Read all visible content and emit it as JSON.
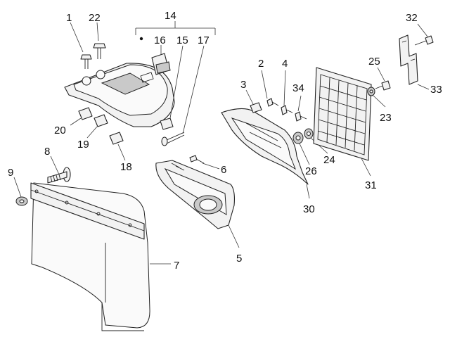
{
  "callouts": [
    {
      "id": "c1",
      "label": "1"
    },
    {
      "id": "c2",
      "label": "2"
    },
    {
      "id": "c3",
      "label": "3"
    },
    {
      "id": "c4",
      "label": "4"
    },
    {
      "id": "c5",
      "label": "5"
    },
    {
      "id": "c6",
      "label": "6"
    },
    {
      "id": "c7",
      "label": "7"
    },
    {
      "id": "c8",
      "label": "8"
    },
    {
      "id": "c9",
      "label": "9"
    },
    {
      "id": "c14",
      "label": "14"
    },
    {
      "id": "c15",
      "label": "15"
    },
    {
      "id": "c16",
      "label": "16"
    },
    {
      "id": "c17",
      "label": "17"
    },
    {
      "id": "c18",
      "label": "18"
    },
    {
      "id": "c19",
      "label": "19"
    },
    {
      "id": "c20",
      "label": "20"
    },
    {
      "id": "c22",
      "label": "22"
    },
    {
      "id": "c23",
      "label": "23"
    },
    {
      "id": "c24",
      "label": "24"
    },
    {
      "id": "c25",
      "label": "25"
    },
    {
      "id": "c26",
      "label": "26"
    },
    {
      "id": "c30",
      "label": "30"
    },
    {
      "id": "c31",
      "label": "31"
    },
    {
      "id": "c32",
      "label": "32"
    },
    {
      "id": "c33",
      "label": "33"
    },
    {
      "id": "c34",
      "label": "34"
    }
  ]
}
